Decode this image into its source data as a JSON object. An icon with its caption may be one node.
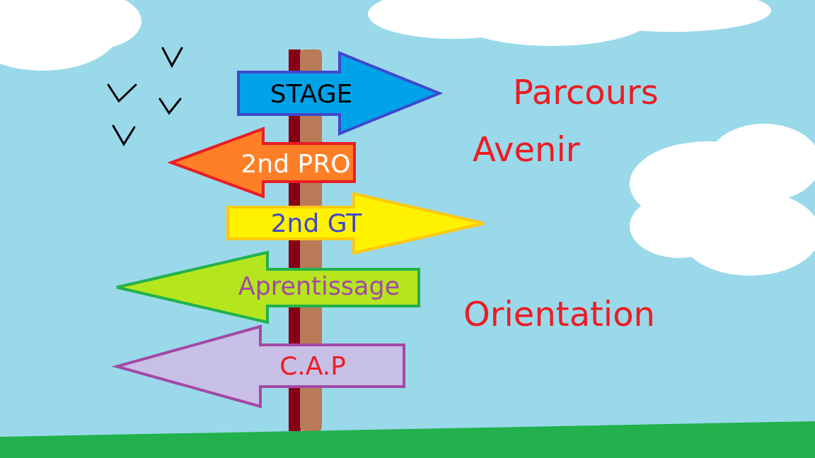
{
  "diagram": {
    "nodes": [
      {
        "text": [
          "STAGE"
        ]
      },
      {
        "text": [
          "2nd PRO"
        ]
      },
      {
        "text": [
          "2nd GT"
        ]
      },
      {
        "text": [
          "Aprentissage"
        ]
      },
      {
        "text": [
          "C.A.P"
        ]
      }
    ],
    "labels": [
      "Parcours",
      "Avenir",
      "Orientation"
    ]
  }
}
